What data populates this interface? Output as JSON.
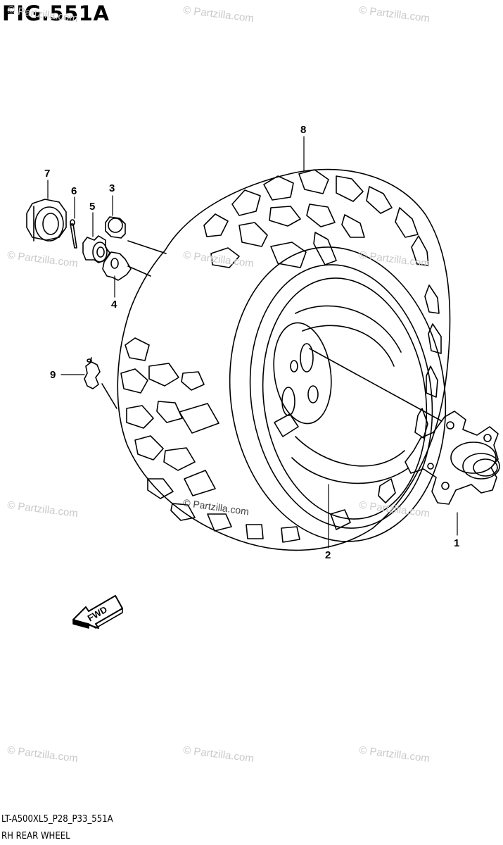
{
  "figure_title": "FIG.551A",
  "callouts": {
    "c1": "1",
    "c2": "2",
    "c3": "3",
    "c4": "4",
    "c5": "5",
    "c6": "6",
    "c7": "7",
    "c8": "8",
    "c9": "9"
  },
  "direction_label": "FWD",
  "model_code": "LT-A500XL5_P28_P33_551A",
  "caption": "RH REAR WHEEL",
  "watermark": "© Partzilla.com",
  "icons": [
    "tire",
    "wheel-rim",
    "wheel-hub",
    "cap-nut",
    "cotter-pin",
    "castle-nut",
    "washer",
    "nut",
    "valve"
  ]
}
